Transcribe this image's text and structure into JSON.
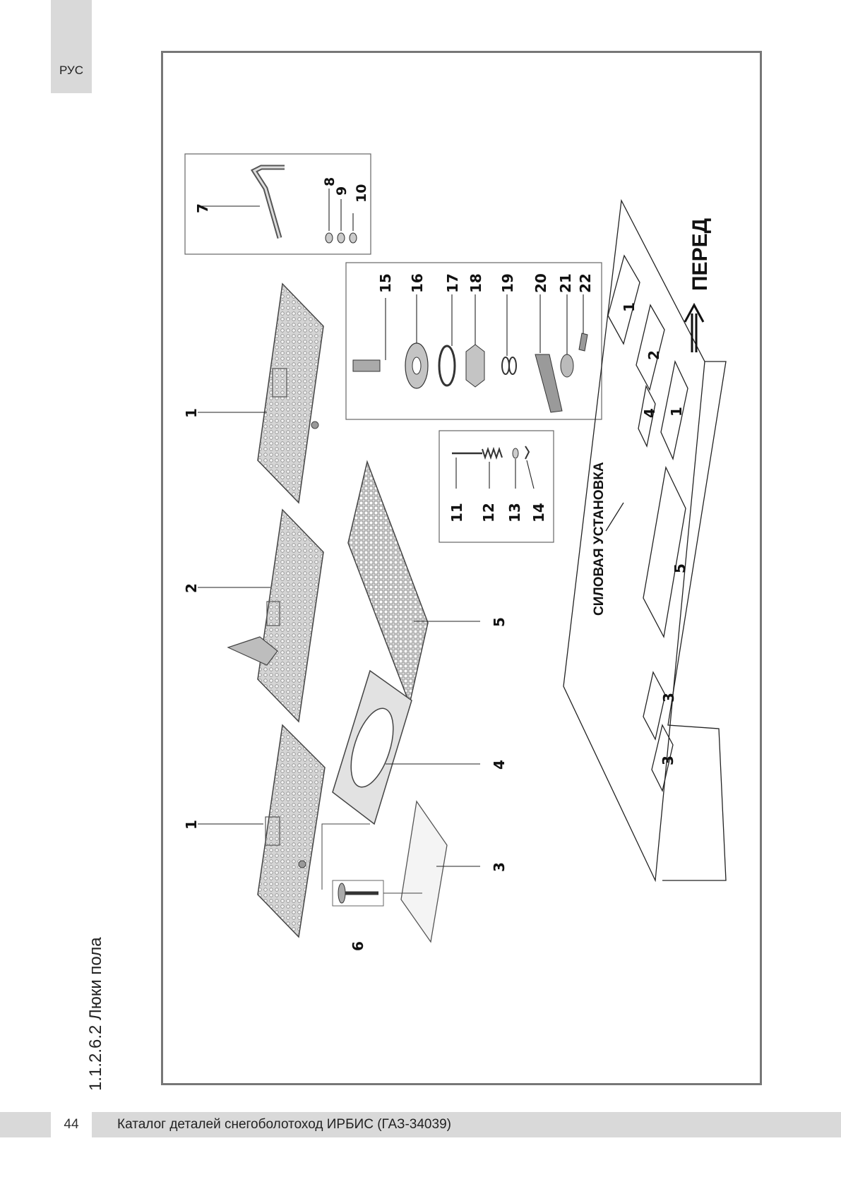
{
  "header": {
    "language_tab": "РУС"
  },
  "section": {
    "title": "1.1.2.6.2 Люки пола"
  },
  "diagram": {
    "callouts": [
      "1",
      "2",
      "1",
      "3",
      "4",
      "5",
      "6",
      "7",
      "8",
      "9",
      "10",
      "11",
      "12",
      "13",
      "14",
      "15",
      "16",
      "17",
      "18",
      "19",
      "20",
      "21",
      "22"
    ],
    "layout_labels": {
      "front": "ПЕРЕД",
      "power_unit": "СИЛОВАЯ УСТАНОВКА",
      "hatches": [
        "1",
        "2",
        "4",
        "1",
        "5",
        "3",
        "3"
      ]
    },
    "colors": {
      "frame": "#777777",
      "footer_bar": "#d9d9d9",
      "line": "#222222"
    }
  },
  "footer": {
    "page_number": "44",
    "catalog_title": "Каталог деталей снегоболотоход ИРБИС (ГАЗ-34039)"
  }
}
